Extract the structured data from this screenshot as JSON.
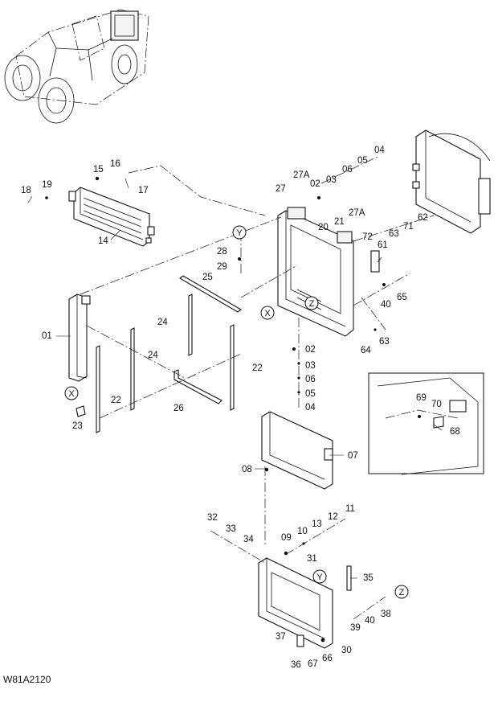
{
  "figure_code": "W81A2120",
  "reference_letters": [
    "X",
    "Y",
    "Z"
  ],
  "callouts": [
    "01",
    "02",
    "03",
    "04",
    "05",
    "06",
    "07",
    "08",
    "09",
    "10",
    "11",
    "12",
    "13",
    "14",
    "15",
    "16",
    "17",
    "18",
    "19",
    "20",
    "21",
    "22",
    "23",
    "24",
    "25",
    "26",
    "27",
    "27A",
    "28",
    "29",
    "30",
    "31",
    "32",
    "33",
    "34",
    "35",
    "36",
    "37",
    "38",
    "39",
    "40",
    "61",
    "62",
    "63",
    "64",
    "65",
    "66",
    "67",
    "68",
    "69",
    "70",
    "71",
    "72"
  ],
  "icons": [
    "tractor-icon",
    "radiator-icon",
    "oil-cooler-icon",
    "condenser-icon",
    "fan-shroud-icon",
    "bracket-frame-icon"
  ]
}
